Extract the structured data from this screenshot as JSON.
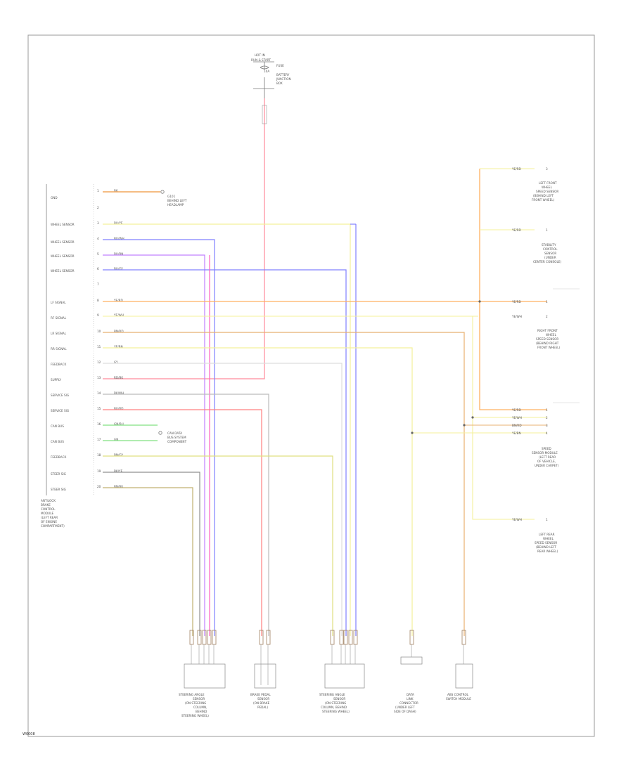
{
  "diagram": {
    "footer_label": "W0008"
  },
  "top_fuse": {
    "lines": [
      "HOT IN",
      "RUN & START",
      "FUSE",
      "10A",
      "BATTERY",
      "JUNCTION",
      "BOX"
    ]
  },
  "module": {
    "name_lines": [
      "ANTILOCK",
      "BRAKE",
      "CONTROL",
      "MODULE",
      "(LEFT REAR",
      "OF ENGINE",
      "COMPARTMENT)"
    ],
    "pins": [
      {
        "label": "GND",
        "num": "1",
        "wire": "BK"
      },
      {
        "label": "",
        "num": "2",
        "wire": ""
      },
      {
        "label": "WHEEL SENSOR",
        "num": "3",
        "wire": "BU/YE"
      },
      {
        "label": "WHEEL SENSOR",
        "num": "4",
        "wire": "BU/WH"
      },
      {
        "label": "WHEEL SENSOR",
        "num": "5",
        "wire": "BU/BN"
      },
      {
        "label": "WHEEL SENSOR",
        "num": "6",
        "wire": "BU/GY"
      },
      {
        "label": "",
        "num": "7",
        "wire": ""
      },
      {
        "label": "LF SIGNAL",
        "num": "8",
        "wire": "YE/RD"
      },
      {
        "label": "RF SIGNAL",
        "num": "9",
        "wire": "YE/WH"
      },
      {
        "label": "LR SIGNAL",
        "num": "10",
        "wire": "BN/RD"
      },
      {
        "label": "RR SIGNAL",
        "num": "11",
        "wire": "YE/BN"
      },
      {
        "label": "FEEDBACK",
        "num": "12",
        "wire": "GY"
      },
      {
        "label": "SUPPLY",
        "num": "13",
        "wire": "RD/BK"
      },
      {
        "label": "SERVICE SIG",
        "num": "14",
        "wire": "BK/WH"
      },
      {
        "label": "SERVICE SIG",
        "num": "15",
        "wire": "BU/RD"
      },
      {
        "label": "CAN BUS",
        "num": "16",
        "wire": "GN/BU"
      },
      {
        "label": "CAN BUS",
        "num": "17",
        "wire": "GN"
      },
      {
        "label": "FEEDBACK",
        "num": "18",
        "wire": "BN/GY"
      },
      {
        "label": "STEER SIG",
        "num": "19",
        "wire": "BK/YE"
      },
      {
        "label": "STEER SIG",
        "num": "20",
        "wire": "BN/BU"
      }
    ]
  },
  "ground_note": {
    "lines": [
      "G101",
      "BEHIND LEFT",
      "HEADLAMP"
    ]
  },
  "can_note": {
    "lines": [
      "CAN DATA",
      "BUS SYSTEM",
      "COMPONENT"
    ]
  },
  "right_components": [
    {
      "wire": "YE/RD",
      "pin": "3",
      "lines": [
        "LEFT FRONT",
        "WHEEL",
        "SPEED SENSOR",
        "(BEHIND LEFT",
        "FRONT WHEEL)"
      ]
    },
    {
      "wire": "YE/RD",
      "pin": "1",
      "lines": [
        "STABILITY",
        "CONTROL",
        "SENSOR",
        "(UNDER",
        "CENTER CONSOLE)"
      ]
    },
    {
      "wire": "YE/RD",
      "pin": "1",
      "lines": []
    },
    {
      "wire": "YE/WH",
      "pin": "2",
      "lines": [
        "RIGHT FRONT",
        "WHEEL",
        "SPEED SENSOR",
        "(BEHIND RIGHT",
        "FRONT WHEEL)"
      ]
    },
    {
      "wire": "YE/RD",
      "pin": "1",
      "lines": []
    },
    {
      "wire": "YE/WH",
      "pin": "2",
      "lines": []
    },
    {
      "wire": "BN/RD",
      "pin": "3",
      "lines": []
    },
    {
      "wire": "YE/BN",
      "pin": "4",
      "lines": [
        "SPEED",
        "SENSOR MODULE",
        "(LEFT REAR",
        "OF VEHICLE,",
        "UNDER CARPET)"
      ]
    },
    {
      "wire": "YE/WH",
      "pin": "1",
      "lines": [
        "LEFT REAR",
        "WHEEL",
        "SPEED SENSOR",
        "(BEHIND LEFT",
        "REAR WHEEL)"
      ]
    }
  ],
  "bottom_components": [
    {
      "lines": [
        "STEERING ANGLE",
        "SENSOR",
        "(ON STEERING",
        "COLUMN,",
        "BEHIND",
        "STEERING WHEEL)"
      ]
    },
    {
      "lines": [
        "BRAKE PEDAL",
        "SENSOR",
        "(ON BRAKE",
        "PEDAL)"
      ]
    },
    {
      "lines": [
        "STEERING ANGLE",
        "SENSOR",
        "(ON STEERING",
        "COLUMN, BEHIND",
        "STEERING WHEEL)"
      ]
    },
    {
      "lines": [
        "DATA",
        "LINK",
        "CONNECTOR",
        "(UNDER LEFT",
        "SIDE OF DASH)"
      ]
    },
    {
      "lines": [
        "ABS CONTROL",
        "SWITCH MODULE"
      ]
    }
  ]
}
